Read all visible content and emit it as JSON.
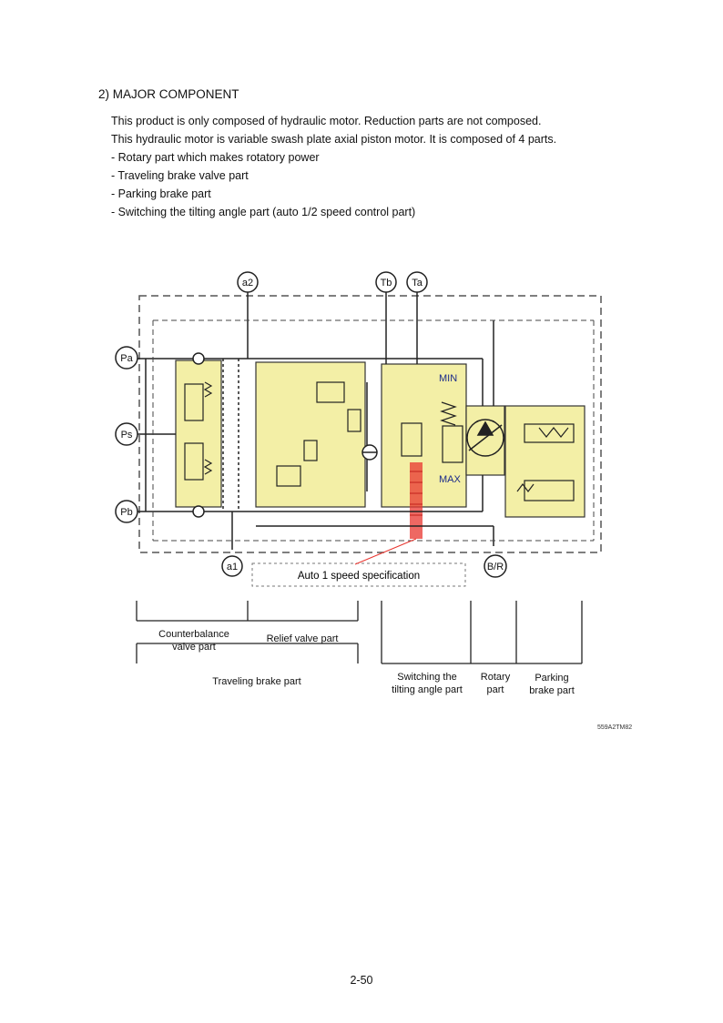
{
  "section": {
    "heading": "2) MAJOR COMPONENT",
    "lines": [
      "This product is only composed of hydraulic motor. Reduction parts are not composed.",
      "This hydraulic motor is variable swash plate axial piston motor. It is composed of 4 parts.",
      "- Rotary part which makes rotatory power",
      "- Traveling brake valve part",
      "- Parking brake part",
      "- Switching the tilting angle part (auto 1/2 speed control part)"
    ]
  },
  "diagram": {
    "ports": {
      "a2": "a2",
      "tb": "Tb",
      "ta": "Ta",
      "pa": "Pa",
      "ps": "Ps",
      "pb": "Pb",
      "a1": "a1",
      "br": "B/R"
    },
    "min_label": "MIN",
    "max_label": "MAX",
    "callout": "Auto 1 speed specification",
    "part_labels": {
      "counterbalance_line1": "Counterbalance",
      "counterbalance_line2": "valve part",
      "relief": "Relief valve part",
      "traveling_brake": "Traveling brake part",
      "switching_line1": "Switching the",
      "switching_line2": "tilting angle part",
      "rotary_line1": "Rotary",
      "rotary_line2": "part",
      "parking_line1": "Parking",
      "parking_line2": "brake part"
    },
    "colors": {
      "highlight": "#f3efa6",
      "callout_arrow": "#e8352f",
      "min_max_text": "#1a2a8a"
    }
  },
  "figure_code": "559A2TM82",
  "page_number": "2-50"
}
